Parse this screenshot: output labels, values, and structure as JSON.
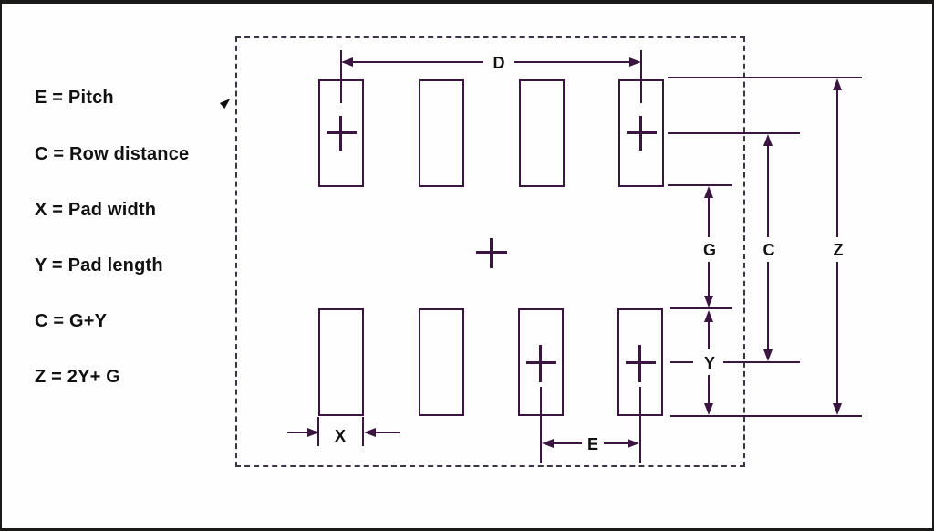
{
  "legend": {
    "items": [
      {
        "text": "E = Pitch"
      },
      {
        "text": "C = Row distance"
      },
      {
        "text": "X = Pad width"
      },
      {
        "text": "Y = Pad length"
      },
      {
        "text": "C = G+Y"
      },
      {
        "text": "Z = 2Y+ G"
      }
    ]
  },
  "dimensions": {
    "d_label": "D",
    "g_label": "G",
    "c_label": "C",
    "z_label": "Z",
    "y_label": "Y",
    "x_label": "X",
    "e_label": "E"
  },
  "colors": {
    "line": "#3a1540",
    "dash": "#3c3344",
    "text": "#111111",
    "frame": "#1c1a18",
    "bg": "#fefefe"
  }
}
